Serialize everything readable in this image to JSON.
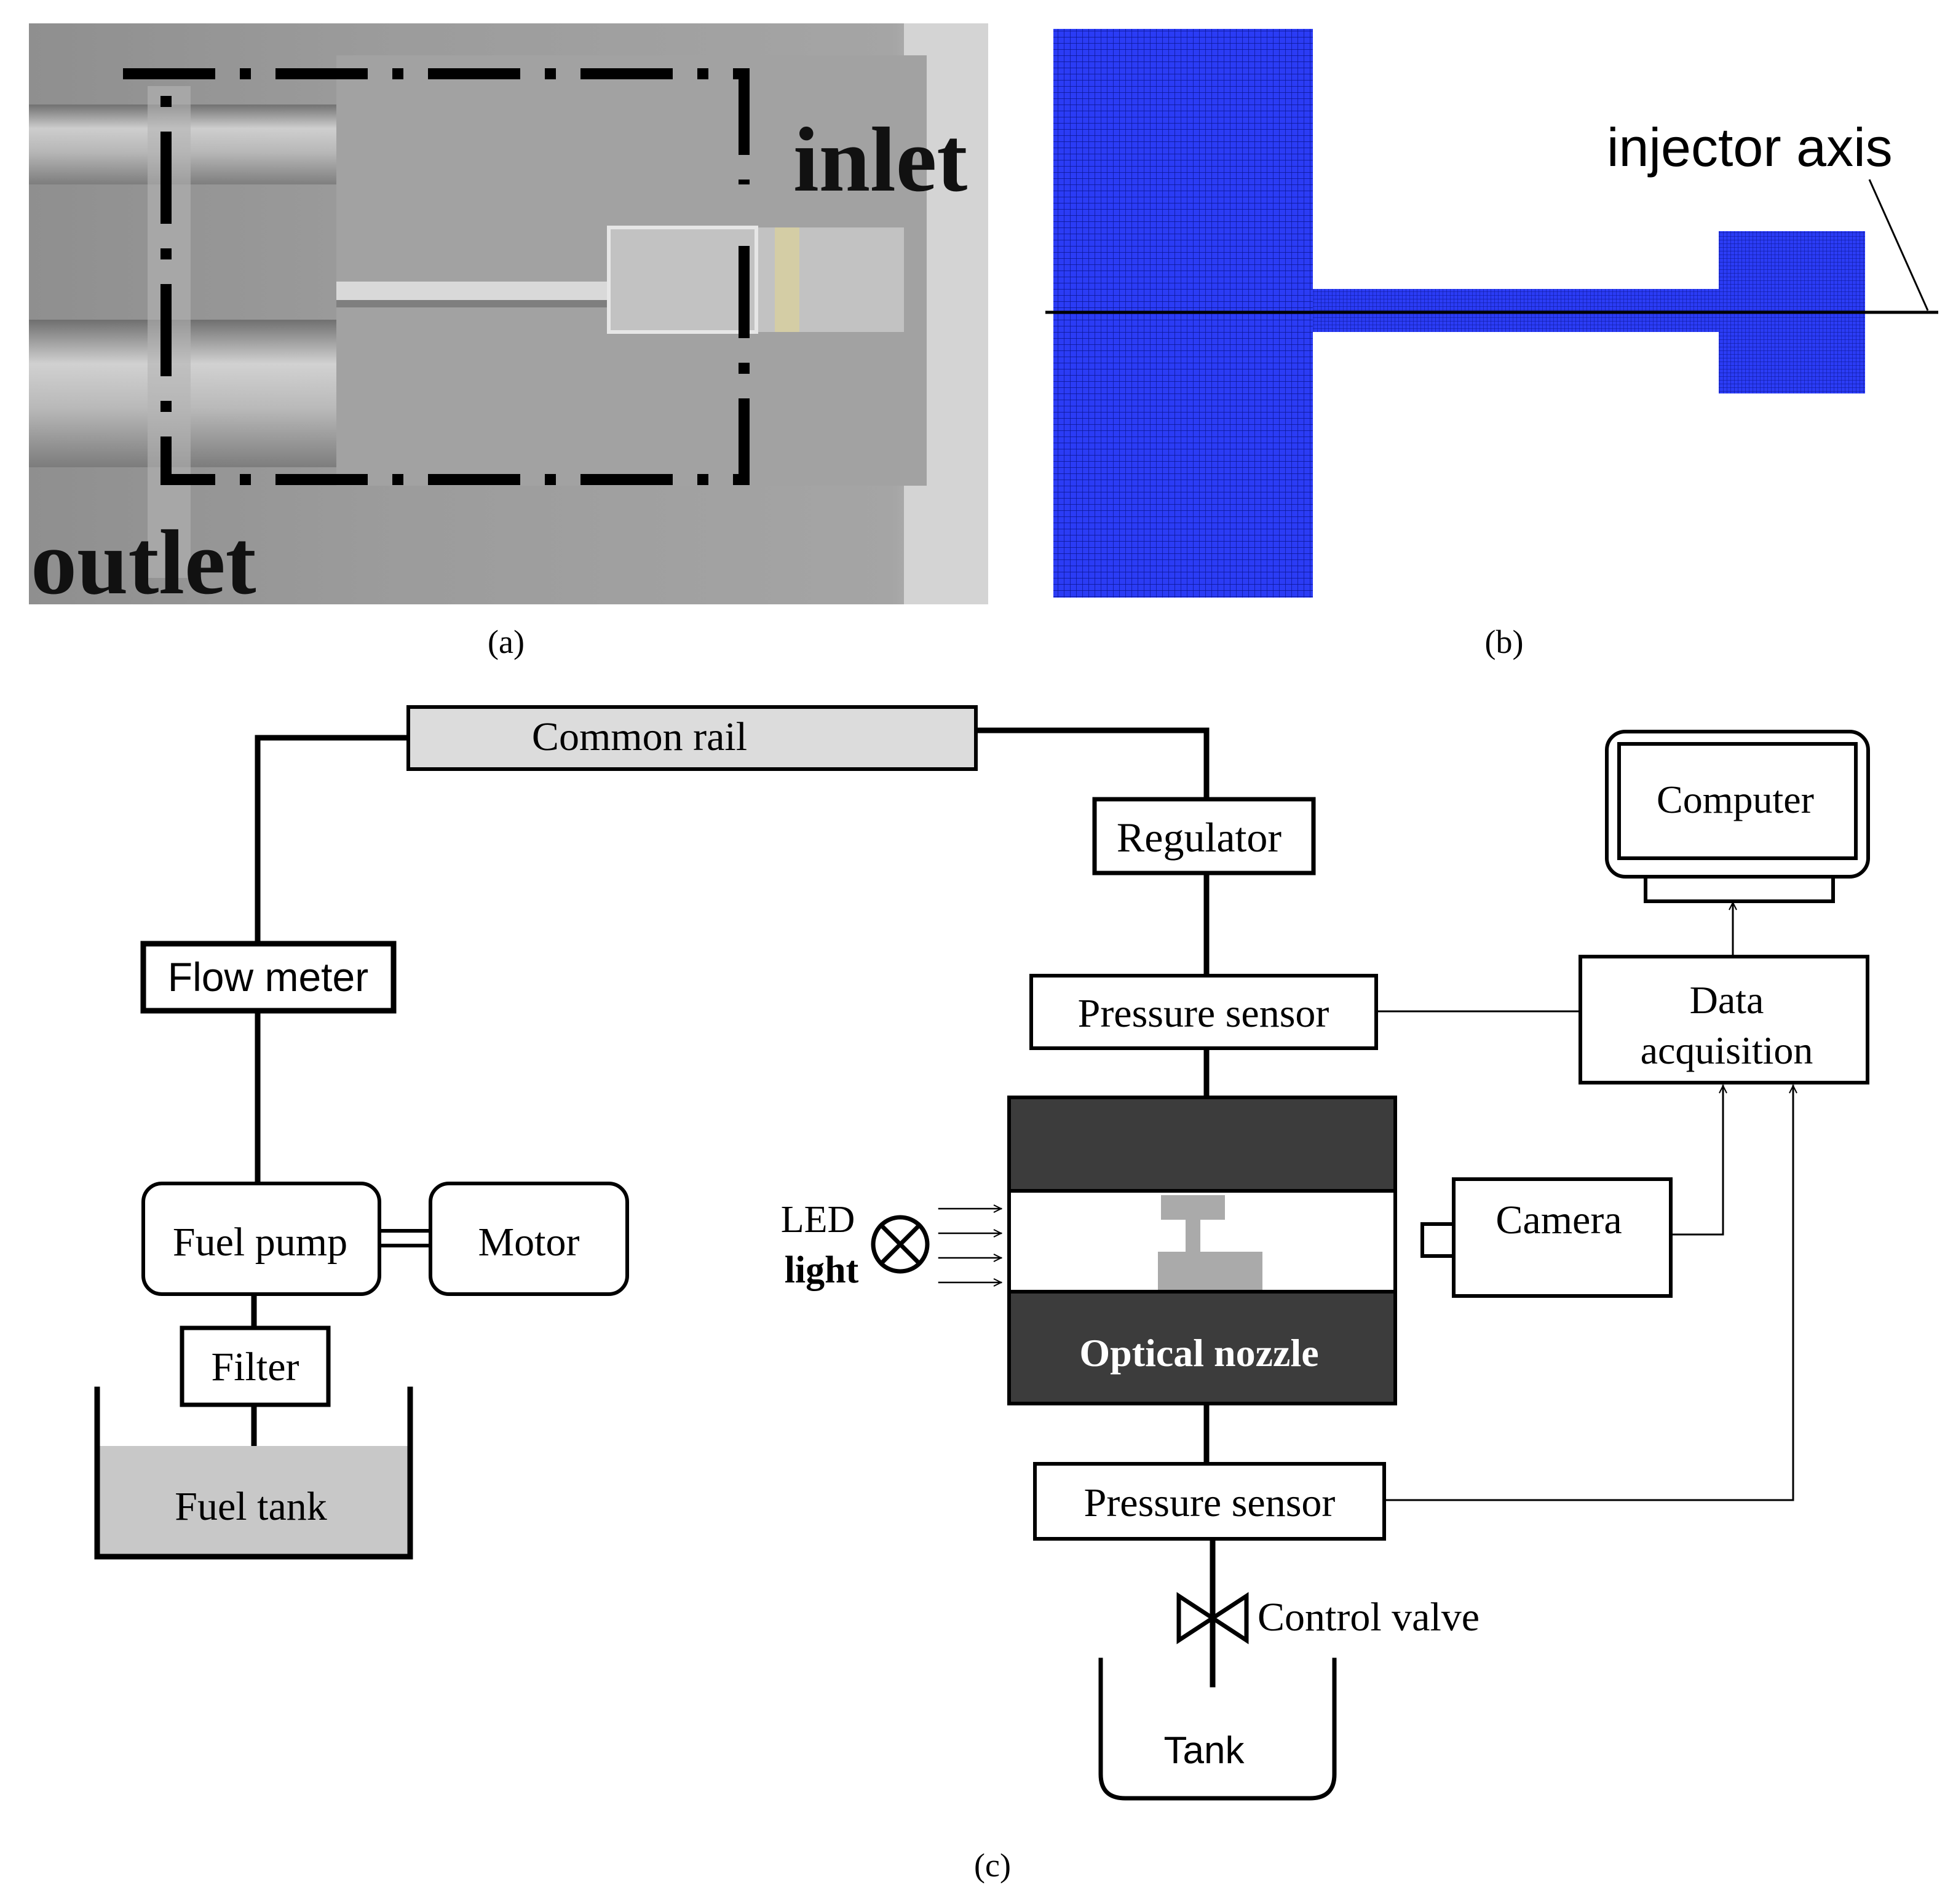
{
  "panel_a": {
    "caption": "(a)",
    "label_inlet": "inlet",
    "label_outlet": "outlet"
  },
  "panel_b": {
    "caption": "(b)",
    "label_axis": "injector axis",
    "mesh_color": "#1a2cf0"
  },
  "panel_c": {
    "caption": "(c)",
    "common_rail": "Common rail",
    "regulator": "Regulator",
    "flow_meter": "Flow meter",
    "pressure_sensor_top": "Pressure sensor",
    "pressure_sensor_bottom": "Pressure sensor",
    "computer": "Computer",
    "data_acquisition_line1": "Data",
    "data_acquisition_line2": "acquisition",
    "fuel_pump": "Fuel pump",
    "motor": "Motor",
    "filter": "Filter",
    "fuel_tank": "Fuel tank",
    "led_line1": "LED",
    "led_line2": "light",
    "camera": "Camera",
    "optical_nozzle": "Optical nozzle",
    "control_valve": "Control valve",
    "tank": "Tank",
    "colors": {
      "dark_block": "#3c3c3c",
      "rail_fill": "#dcdcdc",
      "tank_fill": "#c8c8c8",
      "nozzle_grey": "#aaaaaa"
    }
  }
}
